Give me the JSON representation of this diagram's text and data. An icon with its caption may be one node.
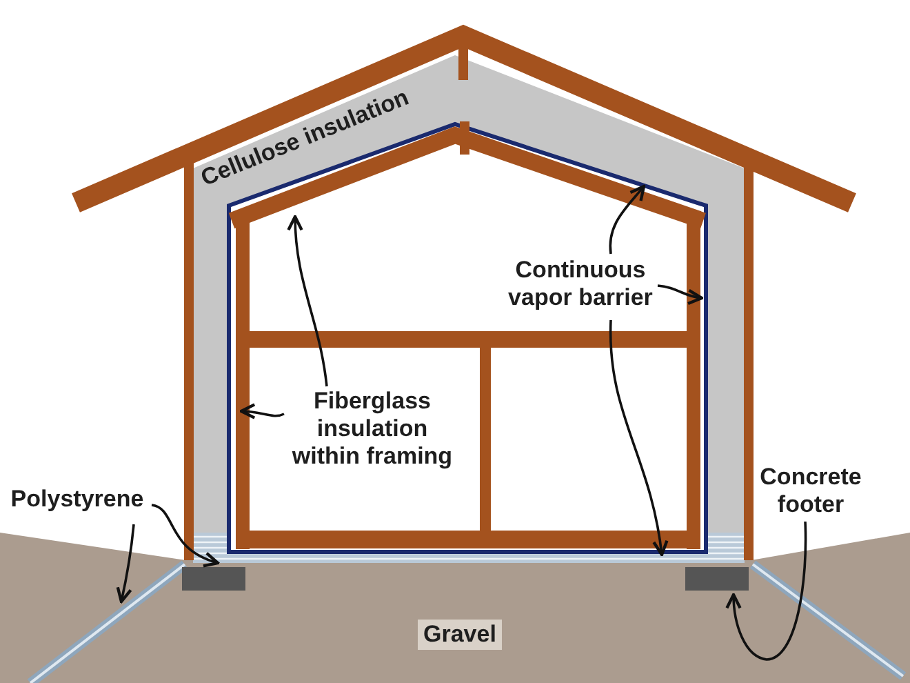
{
  "diagram": {
    "nodes": [
      {
        "text": [
          "Fiberglass insulation within framing"
        ]
      },
      {
        "text": [
          "Continuous vapor barrier"
        ]
      },
      {
        "text": [
          "Polystyrene"
        ]
      },
      {
        "text": [
          "Concrete footer"
        ]
      }
    ],
    "edges": [
      {
        "from": 0,
        "to": null,
        "arrow": "to"
      },
      {
        "from": 0,
        "to": null,
        "arrow": "to"
      },
      {
        "from": 1,
        "to": null,
        "arrow": "to"
      },
      {
        "from": 1,
        "to": null,
        "arrow": "to"
      },
      {
        "from": 1,
        "to": null,
        "arrow": "to"
      },
      {
        "from": 2,
        "to": null,
        "arrow": "to"
      },
      {
        "from": 2,
        "to": null,
        "arrow": "to"
      },
      {
        "from": 3,
        "to": null,
        "arrow": "to"
      }
    ],
    "labels": [
      "Cellulose insulation",
      "Gravel"
    ]
  }
}
